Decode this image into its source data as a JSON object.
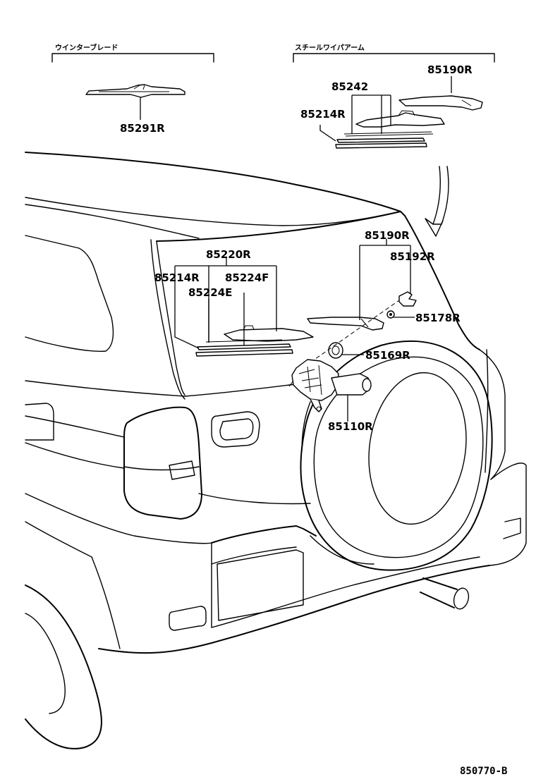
{
  "headers": {
    "winter_blade": "ウインターブレード",
    "steel_wiper_arm": "スチールワイパアーム"
  },
  "labels": {
    "p85291R": "85291R",
    "p85190R_top": "85190R",
    "p85242": "85242",
    "p85214R_top": "85214R",
    "p85220R": "85220R",
    "p85214R_main": "85214R",
    "p85224F": "85224F",
    "p85224E": "85224E",
    "p85190R_main": "85190R",
    "p85192R": "85192R",
    "p85178R": "85178R",
    "p85169R": "85169R",
    "p85110R": "85110R"
  },
  "figure_number": "850770-B"
}
